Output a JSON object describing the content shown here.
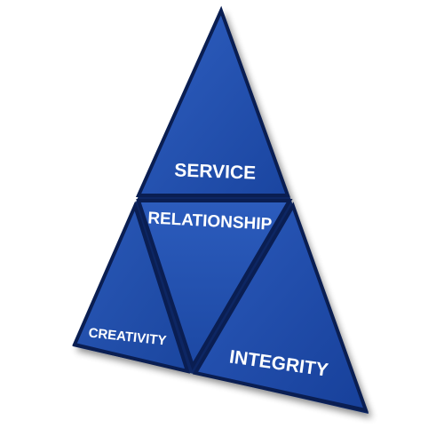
{
  "diagram": {
    "sections": [
      {
        "id": "top",
        "label": "SERVICE"
      },
      {
        "id": "center",
        "label": "RELATIONSHIP"
      },
      {
        "id": "bottom-left",
        "label": "CREATIVITY"
      },
      {
        "id": "bottom-right",
        "label": "INTEGRITY"
      }
    ]
  },
  "colors": {
    "fill": "#1e4da8",
    "edge": "#0a1e52",
    "text": "#ffffff"
  }
}
